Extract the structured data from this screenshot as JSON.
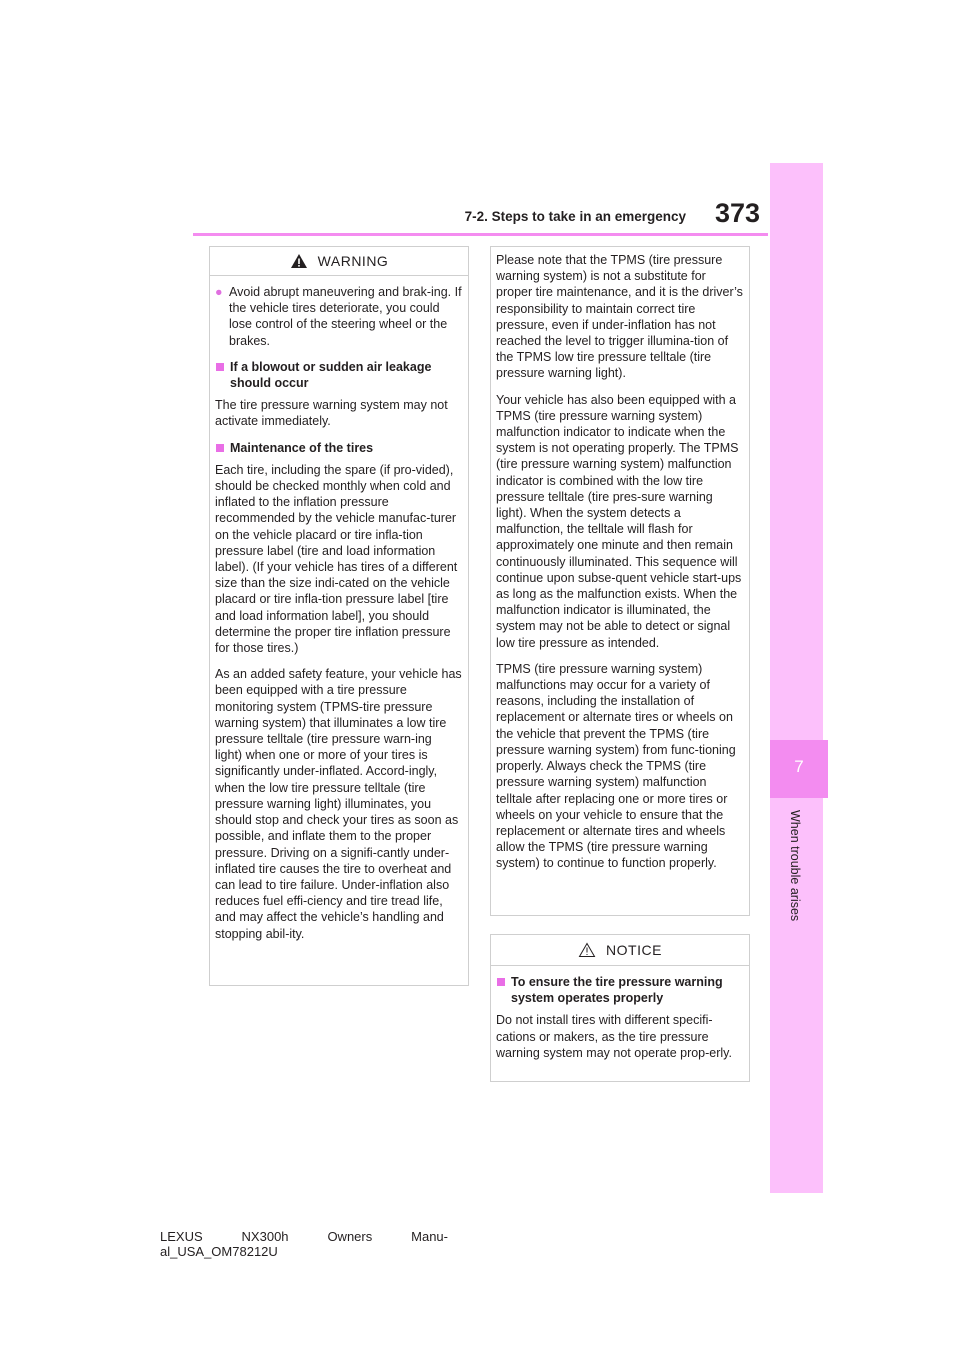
{
  "header": {
    "title": "7-2. Steps to take in an emergency",
    "page_number": "373"
  },
  "side_tab": {
    "chapter_number": "7",
    "chapter_label": "When trouble arises"
  },
  "warning_box": {
    "title": "WARNING",
    "bullet": "Avoid abrupt maneuvering and brak-ing. If the vehicle tires deteriorate, you could lose control of the steering wheel or the brakes.",
    "section1_heading": "If a blowout or sudden air leakage should occur",
    "section1_text": "The tire pressure warning system may not activate immediately.",
    "section2_heading": "Maintenance of the tires",
    "section2_para1": "Each tire, including the spare (if pro-vided), should be checked monthly when cold and inflated to the inflation pressure recommended by the vehicle manufac-turer on the vehicle placard or tire infla-tion pressure label (tire and load information label). (If your vehicle has tires of a different size than the size indi-cated on the vehicle placard or tire infla-tion pressure label [tire and load information label], you should determine the proper tire inflation pressure for those tires.)",
    "section2_para2": "As an added safety feature, your vehicle has been equipped with a tire pressure monitoring system (TPMS-tire pressure warning system) that illuminates a low tire pressure telltale (tire pressure warn-ing light) when one or more of your tires is significantly under-inflated. Accord-ingly, when the low tire pressure telltale (tire pressure warning light) illuminates, you should stop and check your tires as soon as possible, and inflate them to the proper pressure. Driving on a signifi-cantly under-inflated tire causes the tire to overheat and can lead to tire failure. Under-inflation also reduces fuel effi-ciency and tire tread life, and may affect the vehicle’s handling and stopping abil-ity."
  },
  "continued_box": {
    "para1": "Please note that the TPMS (tire pressure warning system) is not a substitute for proper tire maintenance, and it is the driver’s responsibility to maintain correct tire pressure, even if under-inflation has not reached the level to trigger illumina-tion of the TPMS low tire pressure telltale (tire pressure warning light).",
    "para2": "Your vehicle has also been equipped with a TPMS (tire pressure warning system) malfunction indicator to indicate when the system is not operating properly. The TPMS (tire pressure warning system) malfunction indicator is combined with the low tire pressure telltale (tire pres-sure warning light). When the system detects a malfunction, the telltale will flash for approximately one minute and then remain continuously illuminated. This sequence will continue upon subse-quent vehicle start-ups as long as the malfunction exists. When the malfunction indicator is illuminated, the system may not be able to detect or signal low tire pressure as intended.",
    "para3": "TPMS (tire pressure warning system) malfunctions may occur for a variety of reasons, including the installation of replacement or alternate tires or wheels on the vehicle that prevent the TPMS (tire pressure warning system) from func-tioning properly. Always check the TPMS (tire pressure warning system) malfunction telltale after replacing one or more tires or wheels on your vehicle to ensure that the replacement or alternate tires and wheels allow the TPMS (tire pressure warning system) to continue to function properly."
  },
  "notice_box": {
    "title": "NOTICE",
    "heading": "To ensure the tire pressure warning system operates properly",
    "text": "Do not install tires with different specifi-cations or makers, as the tire pressure warning system may not operate prop-erly."
  },
  "footer": {
    "word1": "LEXUS",
    "word2": "NX300h",
    "word3": "Owners",
    "word4": "Manu-",
    "line2": "al_USA_OM78212U"
  },
  "colors": {
    "accent": "#f48cf0",
    "tab": "#fcc0fb",
    "square": "#e96ee6"
  },
  "icons": {
    "warning": "warning-triangle-icon",
    "notice": "notice-triangle-icon"
  }
}
